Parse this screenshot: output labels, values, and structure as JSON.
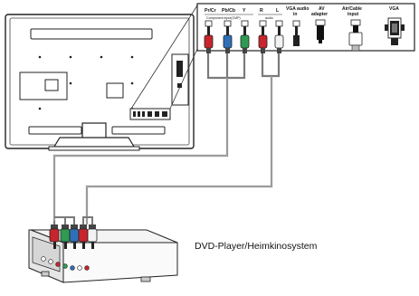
{
  "ports": {
    "pr": "Pr/Cr",
    "pb": "Pb/Cb",
    "y": "Y",
    "r": "R",
    "l": "L",
    "vga_audio": "VGA audio",
    "vga_audio_in": "in",
    "av": "AV",
    "adapter": "adapter",
    "air": "Air/Cable",
    "input": "input",
    "vga": "VGA",
    "component_group": "Component input(CMP)",
    "audio_group": "audio"
  },
  "device_label": "DVD-Player/Heimkinosystem",
  "colors": {
    "red": "#c8252c",
    "green": "#2f9b52",
    "blue": "#2f6fb7",
    "white": "#f2f2f2",
    "cable": "#7a7a7a",
    "outline": "#222222"
  }
}
